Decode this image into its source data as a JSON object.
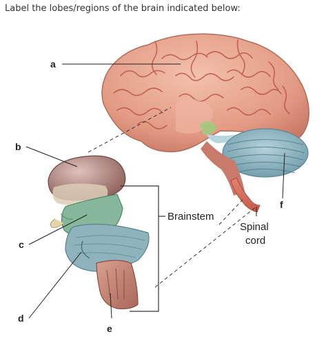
{
  "question": {
    "text": "Label the lobes/regions of the brain indicated below:"
  },
  "figure": {
    "labels": {
      "a": "a",
      "b": "b",
      "c": "c",
      "d": "d",
      "e": "e",
      "f": "f"
    },
    "brainstem_label": "Brainstem",
    "spinal_cord_line1": "Spinal",
    "spinal_cord_line2": "cord",
    "colors": {
      "cerebrum": "#e7a48c",
      "cerebrum_dark": "#b8574a",
      "cerebellum": "#8fb6c4",
      "diencephalon": "#a77a76",
      "midbrain": "#86b79a",
      "pons": "#8fb3bd",
      "medulla": "#c98b7b",
      "spinal_cord": "#d4705f"
    }
  }
}
